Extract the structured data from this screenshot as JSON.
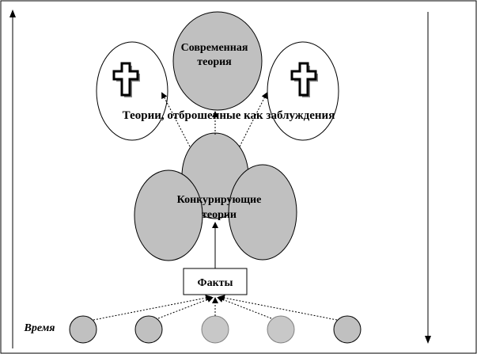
{
  "diagram": {
    "title_current": [
      "Современная",
      "теория"
    ],
    "discarded_label": "Теории, отброшенные как заблуждения",
    "competing_label": [
      "Конкурирующие",
      "теории"
    ],
    "facts_label": "Факты",
    "time_label": "Время",
    "cross_icon": "cross-icon",
    "fill_gray": "#c0c0c0",
    "fill_light_gray": "#c8c8c8"
  }
}
